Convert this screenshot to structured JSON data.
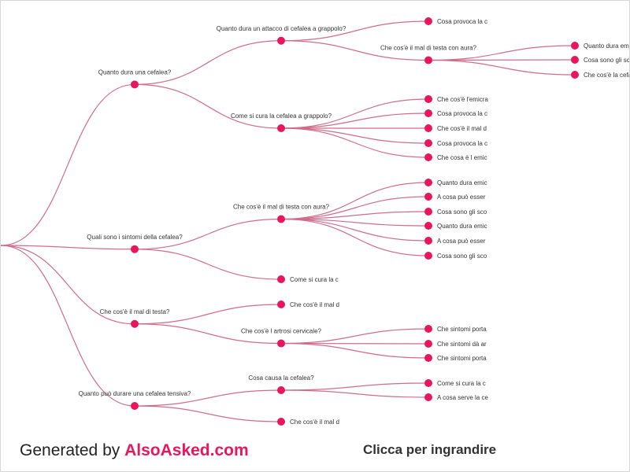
{
  "colors": {
    "link": "#d06c8c",
    "node": "#e8175d",
    "brand": "#e8175d",
    "text": "#333333"
  },
  "footer": {
    "generated_prefix": "Generated by ",
    "brand": "AlsoAsked.com",
    "cta": "Clicca per ingrandire"
  },
  "tree": {
    "children": [
      {
        "label": "Quanto dura una cefalea?",
        "children": [
          {
            "label": "Quanto dura un attacco di cefalea a grappolo?",
            "children": [
              {
                "label": "Cosa provoca la c"
              },
              {
                "label": "Che cos'è il mal di testa con aura?",
                "children": [
                  {
                    "label": "Quanto dura emic"
                  },
                  {
                    "label": "Cosa sono gli sco"
                  },
                  {
                    "label": "Che cos'è la cefal"
                  }
                ]
              }
            ]
          },
          {
            "label": "Come si cura la cefalea a grappolo?",
            "children": [
              {
                "label": "Che cos'è l'emicra"
              },
              {
                "label": "Cosa provoca la c"
              },
              {
                "label": "Che cos'è il mal d"
              },
              {
                "label": "Cosa provoca la c"
              },
              {
                "label": "Che cosa è l emic"
              }
            ]
          }
        ]
      },
      {
        "label": "Quali sono i sintomi della cefalea?",
        "children": [
          {
            "label": "Che cos'è il mal di testa con aura?",
            "children": [
              {
                "label": "Quanto dura emic"
              },
              {
                "label": "A cosa può esser"
              },
              {
                "label": "Cosa sono gli sco"
              },
              {
                "label": "Quanto dura emic"
              },
              {
                "label": "A cosa può esser"
              },
              {
                "label": "Cosa sono gli sco"
              }
            ]
          },
          {
            "label": "Come si cura la c"
          }
        ]
      },
      {
        "label": "Che cos'è il mal di testa?",
        "children": [
          {
            "label": "Che cos'è il mal d"
          },
          {
            "label": "Che cos'è l artrosi cervicale?",
            "children": [
              {
                "label": "Che sintomi porta"
              },
              {
                "label": "Che sintomi dà ar"
              },
              {
                "label": "Che sintomi porta"
              }
            ]
          }
        ]
      },
      {
        "label": "Quanto può durare una cefalea tensiva?",
        "children": [
          {
            "label": "Cosa causa la cefalea?",
            "children": [
              {
                "label": "Come si cura la c"
              },
              {
                "label": "A cosa serve la ce"
              }
            ]
          },
          {
            "label": "Che cos'è il mal d"
          }
        ]
      }
    ]
  }
}
